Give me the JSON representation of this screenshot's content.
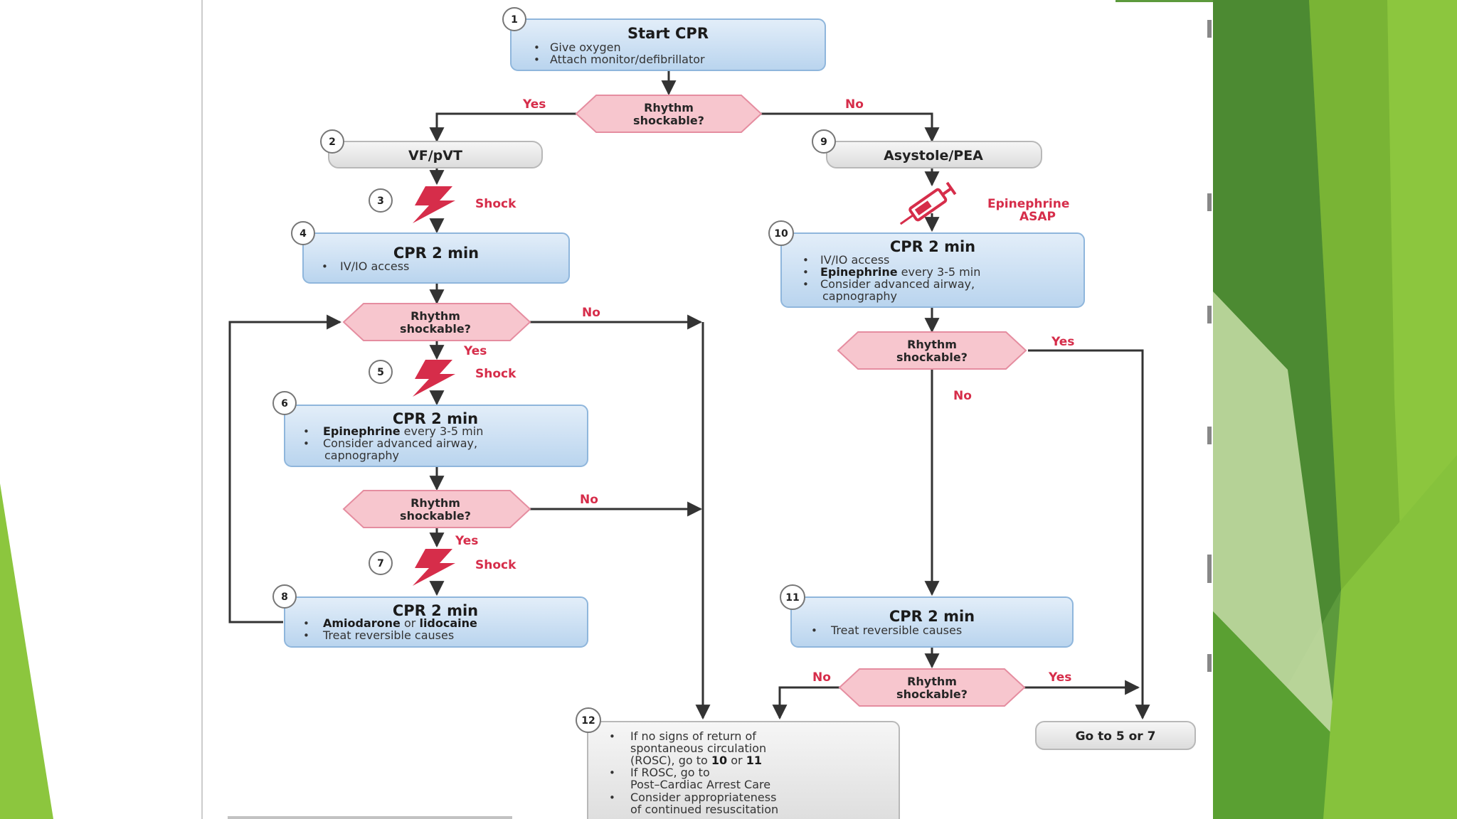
{
  "colors": {
    "step_box_fill": "#cfe3f5",
    "step_box_stroke": "#8fb6dc",
    "decision_fill": "#f7c6ce",
    "decision_stroke": "#e58da0",
    "label_red": "#d62d4a",
    "grey_box_fill": "#ececec",
    "green_dark": "#4c8a32",
    "green_light": "#8cc63e"
  },
  "icons": {
    "shock": "lightning-bolt-icon",
    "epinephrine": "syringe-icon"
  },
  "flowchart": {
    "start": {
      "number": "1",
      "title": "Start CPR",
      "bullets": [
        "Give oxygen",
        "Attach monitor/defibrillator"
      ]
    },
    "decision_text_1": "Rhythm",
    "decision_text_2": "shockable?",
    "yes": "Yes",
    "no": "No",
    "shock": "Shock",
    "vf": {
      "number": "2",
      "title": "VF/pVT"
    },
    "asys": {
      "number": "9",
      "title": "Asystole/PEA"
    },
    "shock_steps": {
      "s3": "3",
      "s5": "5",
      "s7": "7"
    },
    "epinephrine_asap_1": "Epinephrine",
    "epinephrine_asap_2": "ASAP",
    "box4": {
      "number": "4",
      "title": "CPR 2 min",
      "bullets": [
        "IV/IO access"
      ]
    },
    "box6": {
      "number": "6",
      "title": "CPR 2 min",
      "bullet1_bold": "Epinephrine",
      "bullet1_rest": " every 3-5 min",
      "bullet2": "Consider advanced airway,",
      "bullet2_cont": "capnography"
    },
    "box8": {
      "number": "8",
      "title": "CPR 2 min",
      "bullet1_bold": "Amiodarone",
      "bullet1_mid": " or ",
      "bullet1_bold2": "lidocaine",
      "bullet2": "Treat reversible causes"
    },
    "box10": {
      "number": "10",
      "title": "CPR 2 min",
      "bullet1": "IV/IO access",
      "bullet2_bold": "Epinephrine",
      "bullet2_rest": " every 3-5 min",
      "bullet3": "Consider advanced airway,",
      "bullet3_cont": "capnography"
    },
    "box11": {
      "number": "11",
      "title": "CPR 2 min",
      "bullets": [
        "Treat reversible causes"
      ]
    },
    "box12": {
      "number": "12",
      "l1": "If no signs of return of",
      "l2": "spontaneous circulation",
      "l3a": "(ROSC), go to ",
      "l3b": "10",
      "l3c": " or ",
      "l3d": "11",
      "l4": "If ROSC, go to",
      "l5": "Post–Cardiac Arrest Care",
      "l6": "Consider appropriateness",
      "l7": "of continued resuscitation"
    },
    "goto": "Go to 5 or 7"
  }
}
